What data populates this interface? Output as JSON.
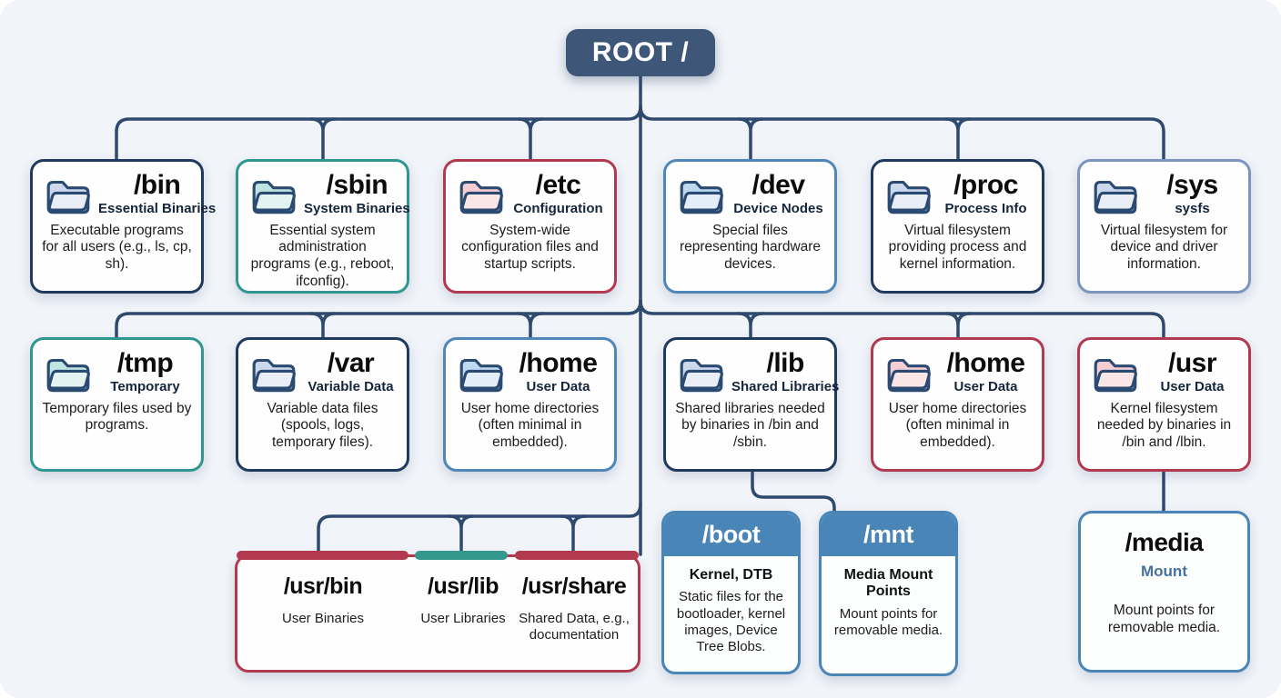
{
  "root": {
    "label": "ROOT /"
  },
  "nodes": {
    "bin": {
      "title": "/bin",
      "subtitle": "Essential Binaries",
      "body": "Executable programs for all users (e.g., ls, cp, sh)."
    },
    "sbin": {
      "title": "/sbin",
      "subtitle": "System Binaries",
      "body": "Essential system administration programs (e.g., reboot, ifconfig)."
    },
    "etc": {
      "title": "/etc",
      "subtitle": "Configuration",
      "body": "System-wide configuration files and startup scripts."
    },
    "dev": {
      "title": "/dev",
      "subtitle": "Device Nodes",
      "body": "Special files representing hardware devices."
    },
    "proc": {
      "title": "/proc",
      "subtitle": "Process Info",
      "body": "Virtual filesystem providing process and kernel information."
    },
    "sys": {
      "title": "/sys",
      "subtitle": "sysfs",
      "body": "Virtual filesystem for device and driver information."
    },
    "tmp": {
      "title": "/tmp",
      "subtitle": "Temporary",
      "body": "Temporary files used by programs."
    },
    "var": {
      "title": "/var",
      "subtitle": "Variable Data",
      "body": "Variable data files (spools, logs, temporary files)."
    },
    "home_left": {
      "title": "/home",
      "subtitle": "User Data",
      "body": "User home directories (often minimal in embedded)."
    },
    "lib": {
      "title": "/lib",
      "subtitle": "Shared Libraries",
      "body": "Shared libraries needed by binaries in /bin and /sbin."
    },
    "home_right": {
      "title": "/home",
      "subtitle": "User Data",
      "body": "User home directories (often minimal in embedded)."
    },
    "usr": {
      "title": "/usr",
      "subtitle": "User Data",
      "body": "Kernel filesystem needed by binaries in /bin and /lbin."
    }
  },
  "usr_children": {
    "items": [
      {
        "title": "/usr/bin",
        "body": "User Binaries"
      },
      {
        "title": "/usr/lib",
        "body": "User Libraries"
      },
      {
        "title": "/usr/share",
        "body": "Shared Data, e.g., documentation"
      }
    ]
  },
  "boot": {
    "title": "/boot",
    "subtitle": "Kernel, DTB",
    "body": "Static files for the bootloader, kernel images, Device Tree Blobs."
  },
  "mnt": {
    "title": "/mnt",
    "subtitle": "Media Mount Points",
    "body": "Mount points for removable media."
  },
  "media": {
    "title": "/media",
    "subtitle": "Mount",
    "body": "Mount points for removable media."
  },
  "palette": {
    "background": "#f1f4f9",
    "connector": "#2e4a6e",
    "root_bg": "#3e5778",
    "navy_border": "#1e3a5c",
    "teal_border": "#2f978f",
    "red_border": "#b23a50",
    "blue_border": "#4e87b8",
    "steel_border": "#7a96bc",
    "header_blue": "#4a85b7"
  }
}
